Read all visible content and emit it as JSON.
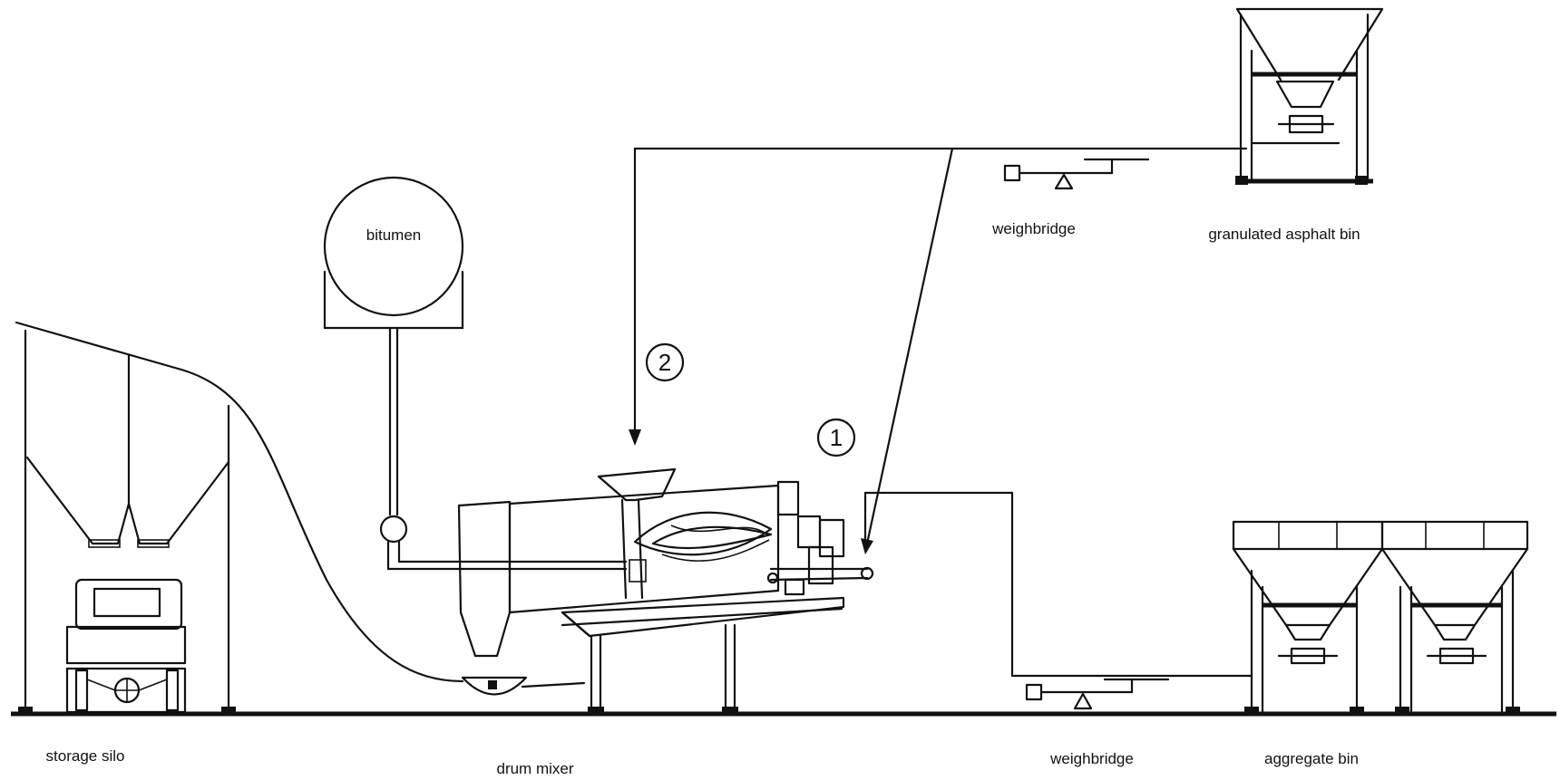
{
  "labels": {
    "bitumen": "bitumen",
    "weighbridge_top": "weighbridge",
    "granulated_asphalt_bin": "granulated asphalt bin",
    "storage_silo": "storage silo",
    "drum_mixer": "drum mixer",
    "weighbridge_bottom": "weighbridge",
    "aggregate_bin": "aggregate bin"
  },
  "markers": {
    "one": "1",
    "two": "2"
  },
  "colors": {
    "line": "#111111",
    "background": "#ffffff"
  }
}
